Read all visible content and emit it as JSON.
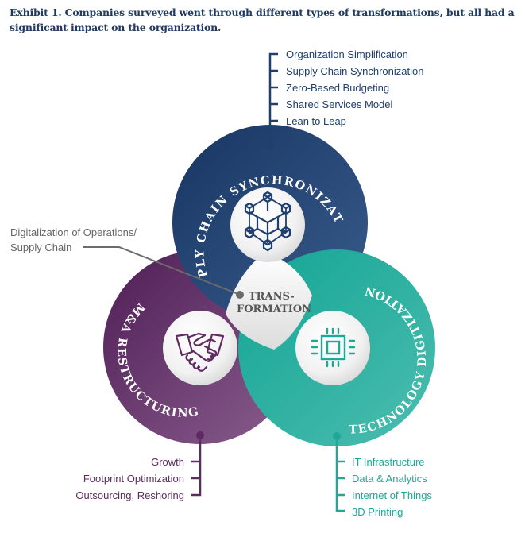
{
  "title": "Exhibit 1. Companies surveyed went through different types of transformations, but all had a significant impact on the organization.",
  "center": {
    "line1": "TRANS-",
    "line2": "FORMATION"
  },
  "callout": {
    "line1": "Digitalization of Operations/",
    "line2": "Supply Chain"
  },
  "colors": {
    "supply_chain": "#1f3f6e",
    "ma": "#5e2a60",
    "technology": "#1ea898",
    "title": "#1f3a60",
    "center_text": "#555555"
  },
  "circles": {
    "supply_chain": {
      "label": "SUPPLY CHAIN SYNCHRONIZATION",
      "icon": "network-cubes-icon",
      "items": [
        "Organization Simplification",
        "Supply Chain Synchronization",
        "Zero-Based Budgeting",
        "Shared Services Model",
        "Lean to Leap"
      ]
    },
    "ma": {
      "label": "M&A RESTRUCTURING",
      "icon": "handshake-icon",
      "items": [
        "Growth",
        "Footprint Optimization",
        "Outsourcing, Reshoring"
      ]
    },
    "technology": {
      "label": "TECHNOLOGY DIGITIZATION",
      "icon": "microchip-icon",
      "items": [
        "IT Infrastructure",
        "Data & Analytics",
        "Internet of Things",
        "3D Printing"
      ]
    }
  }
}
